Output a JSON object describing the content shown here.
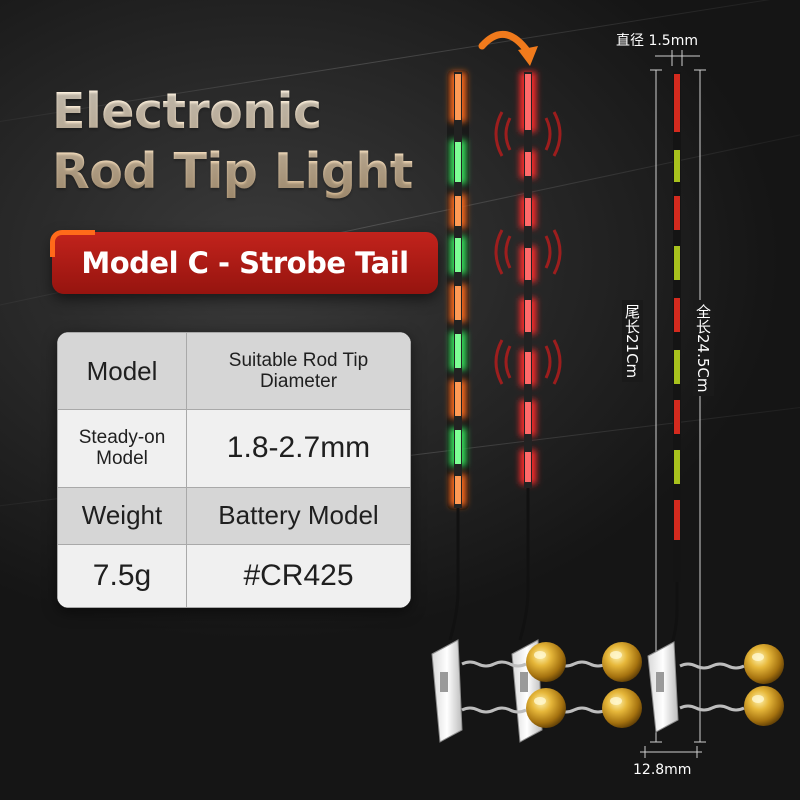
{
  "title": {
    "line1": "Electronic",
    "line2": "Rod Tip Light"
  },
  "model_banner": "Model C - Strobe Tail",
  "spec_table": {
    "header": [
      "Model",
      "Suitable Rod Tip Diameter"
    ],
    "row1": [
      "Steady-on Model",
      "1.8-2.7mm"
    ],
    "row2": [
      "Weight",
      "Battery Model"
    ],
    "row3": [
      "7.5g",
      "#CR425"
    ]
  },
  "dimensions": {
    "diameter": "直径 1.5mm",
    "tail_length": "尾长21Cm",
    "total_length": "全长24.5Cm",
    "width": "12.8mm"
  },
  "colors": {
    "orange_led": "#ff6a1f",
    "green_led": "#34e25a",
    "red_led": "#ff2a2a",
    "banner_red": "#b01b15",
    "bell_gold": "#d7a829"
  },
  "icons": [
    "curved-arrow-icon",
    "vibration-wave-icon",
    "bell-icon",
    "rod-clip-icon"
  ]
}
